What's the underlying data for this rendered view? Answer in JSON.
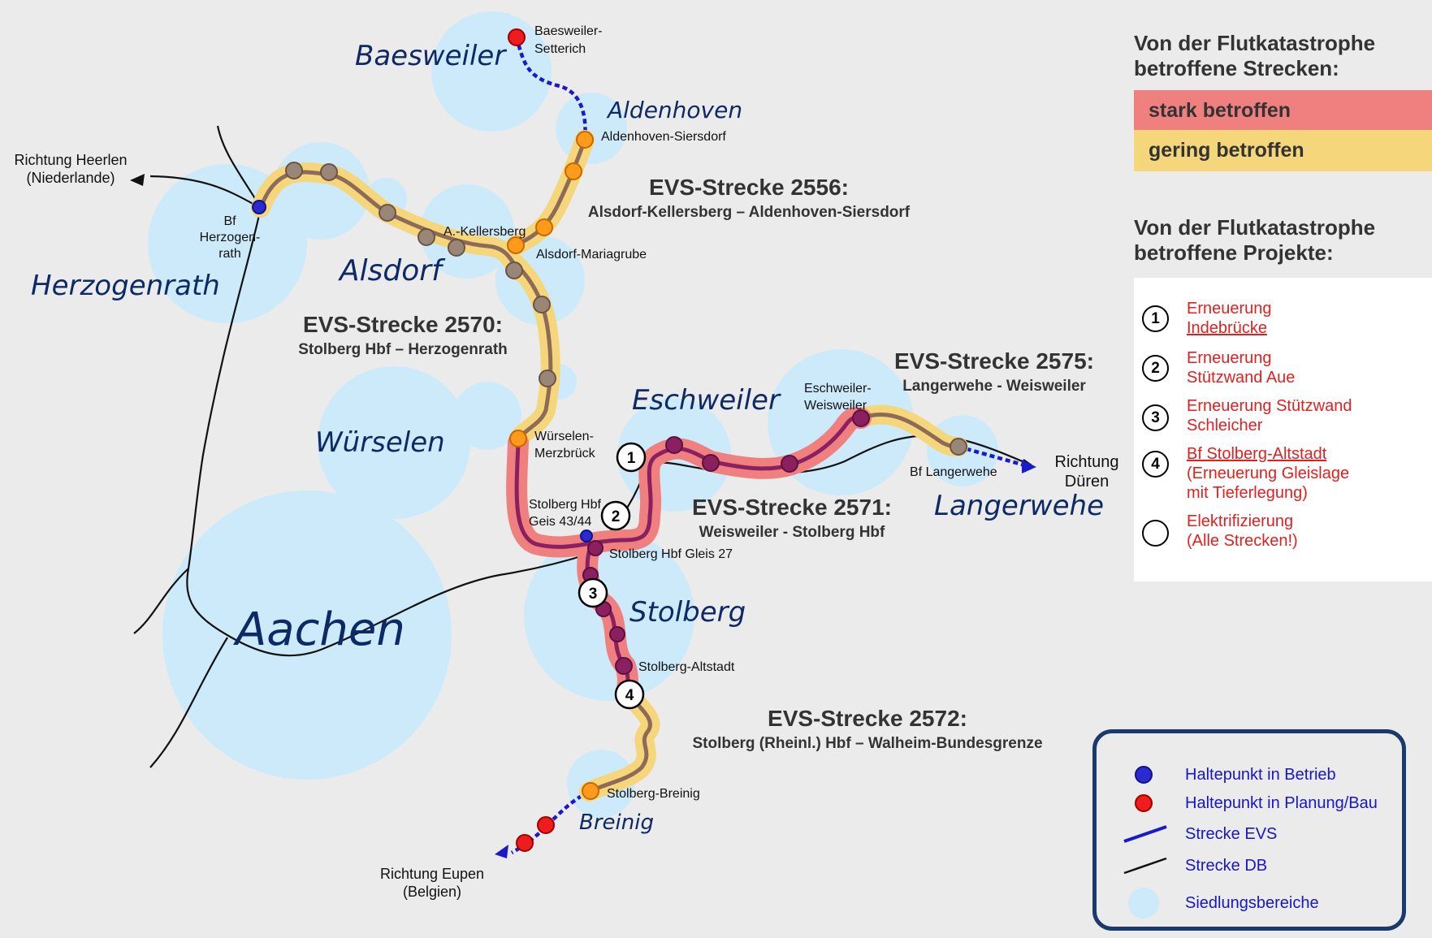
{
  "colors": {
    "background": "#ebebeb",
    "settlement": "#cdeafb",
    "stark": "#f08080",
    "gering": "#f5d67a",
    "evs_line": "#1a1ac8",
    "db_line": "#111111",
    "track_brown": "#8e6a58",
    "station_orange": "#ff9a1a",
    "station_grey": "#9a8677",
    "station_purple": "#8a2060",
    "station_blue": "#2a2ad0",
    "station_red": "#ee1c1c",
    "city_text": "#0d2a66",
    "project_text": "#e31f1f",
    "legend_text": "#1717c8"
  },
  "cities": [
    {
      "id": "baesweiler",
      "label": "Baesweiler"
    },
    {
      "id": "aldenhoven",
      "label": "Aldenhoven"
    },
    {
      "id": "alsdorf",
      "label": "Alsdorf"
    },
    {
      "id": "herzogenrath",
      "label": "Herzogenrath"
    },
    {
      "id": "wuerselen",
      "label": "Würselen"
    },
    {
      "id": "eschweiler",
      "label": "Eschweiler"
    },
    {
      "id": "langerwehe",
      "label": "Langerwehe"
    },
    {
      "id": "aachen",
      "label": "Aachen"
    },
    {
      "id": "stolberg",
      "label": "Stolberg"
    },
    {
      "id": "breinig",
      "label": "Breinig"
    }
  ],
  "stations": [
    {
      "id": "baesweiler-setterich",
      "lines": [
        "Baesweiler-",
        "Setterich"
      ],
      "type": "planung"
    },
    {
      "id": "aldenhoven-siersdorf",
      "lines": [
        "Aldenhoven-Siersdorf"
      ],
      "type": "station"
    },
    {
      "id": "a-kellersberg",
      "lines": [
        "A.-Kellersberg"
      ],
      "type": "station"
    },
    {
      "id": "alsdorf-mariagrube",
      "lines": [
        "Alsdorf-Mariagrube"
      ],
      "type": "station"
    },
    {
      "id": "bf-herzogenrath",
      "lines": [
        "Bf",
        "Herzogen-",
        "rath"
      ],
      "type": "betrieb"
    },
    {
      "id": "wuerselen-merzbrueck",
      "lines": [
        "Würselen-",
        "Merzbrück"
      ],
      "type": "station"
    },
    {
      "id": "stolberg-hbf-43-44",
      "lines": [
        "Stolberg Hbf",
        "Geis 43/44"
      ],
      "type": "betrieb"
    },
    {
      "id": "stolberg-hbf-27",
      "lines": [
        "Stolberg Hbf Gleis 27"
      ],
      "type": "station"
    },
    {
      "id": "eschweiler-weisweiler",
      "lines": [
        "Eschweiler-",
        "Weisweiler"
      ],
      "type": "station"
    },
    {
      "id": "bf-langerwehe",
      "lines": [
        "Bf Langerwehe"
      ],
      "type": "station"
    },
    {
      "id": "stolberg-altstadt",
      "lines": [
        "Stolberg-Altstadt"
      ],
      "type": "station"
    },
    {
      "id": "stolberg-breinig",
      "lines": [
        "Stolberg-Breinig"
      ],
      "type": "station"
    }
  ],
  "directions": [
    {
      "id": "heerlen",
      "lines": [
        "Richtung Heerlen",
        "(Niederlande)"
      ]
    },
    {
      "id": "dueren",
      "lines": [
        "Richtung",
        "Düren"
      ]
    },
    {
      "id": "eupen",
      "lines": [
        "Richtung Eupen",
        "(Belgien)"
      ]
    }
  ],
  "routes": [
    {
      "id": "2556",
      "title": "EVS-Strecke 2556:",
      "subtitle": "Alsdorf-Kellersberg – Aldenhoven-Siersdorf",
      "impact": "gering"
    },
    {
      "id": "2570",
      "title": "EVS-Strecke 2570:",
      "subtitle": "Stolberg Hbf – Herzogenrath",
      "impact": "gering"
    },
    {
      "id": "2575",
      "title": "EVS-Strecke 2575:",
      "subtitle": "Langerwehe - Weisweiler",
      "impact": "gering"
    },
    {
      "id": "2571",
      "title": "EVS-Strecke 2571:",
      "subtitle": "Weisweiler - Stolberg Hbf",
      "impact": "stark"
    },
    {
      "id": "2572",
      "title": "EVS-Strecke 2572:",
      "subtitle": "Stolberg (Rheinl.) Hbf – Walheim-Bundesgrenze",
      "impact": "gering"
    }
  ],
  "project_markers": [
    {
      "num": "1"
    },
    {
      "num": "2"
    },
    {
      "num": "3"
    },
    {
      "num": "4"
    }
  ],
  "panel": {
    "strecken_heading_1": "Von der Flutkatastrophe",
    "strecken_heading_2": "betroffene Strecken:",
    "stark_label": "stark betroffen",
    "gering_label": "gering betroffen",
    "projekte_heading_1": "Von der Flutkatastrophe",
    "projekte_heading_2": "betroffene Projekte:",
    "projects": [
      {
        "num": "1",
        "lines": [
          "Erneuerung",
          "Indebrücke"
        ]
      },
      {
        "num": "2",
        "lines": [
          "Erneuerung",
          "Stützwand Aue"
        ]
      },
      {
        "num": "3",
        "lines": [
          "Erneuerung Stützwand",
          "Schleicher"
        ]
      },
      {
        "num": "4",
        "lines": [
          "Bf Stolberg-Altstadt",
          "(Erneuerung Gleislage",
          "mit Tieferlegung)"
        ]
      },
      {
        "num": "",
        "lines": [
          "Elektrifizierung",
          "(Alle Strecken!)"
        ]
      }
    ]
  },
  "legend": {
    "betrieb": "Haltepunkt in Betrieb",
    "planung": "Haltepunkt in Planung/Bau",
    "evs": "Strecke EVS",
    "db": "Strecke DB",
    "siedlung": "Siedlungsbereiche"
  }
}
